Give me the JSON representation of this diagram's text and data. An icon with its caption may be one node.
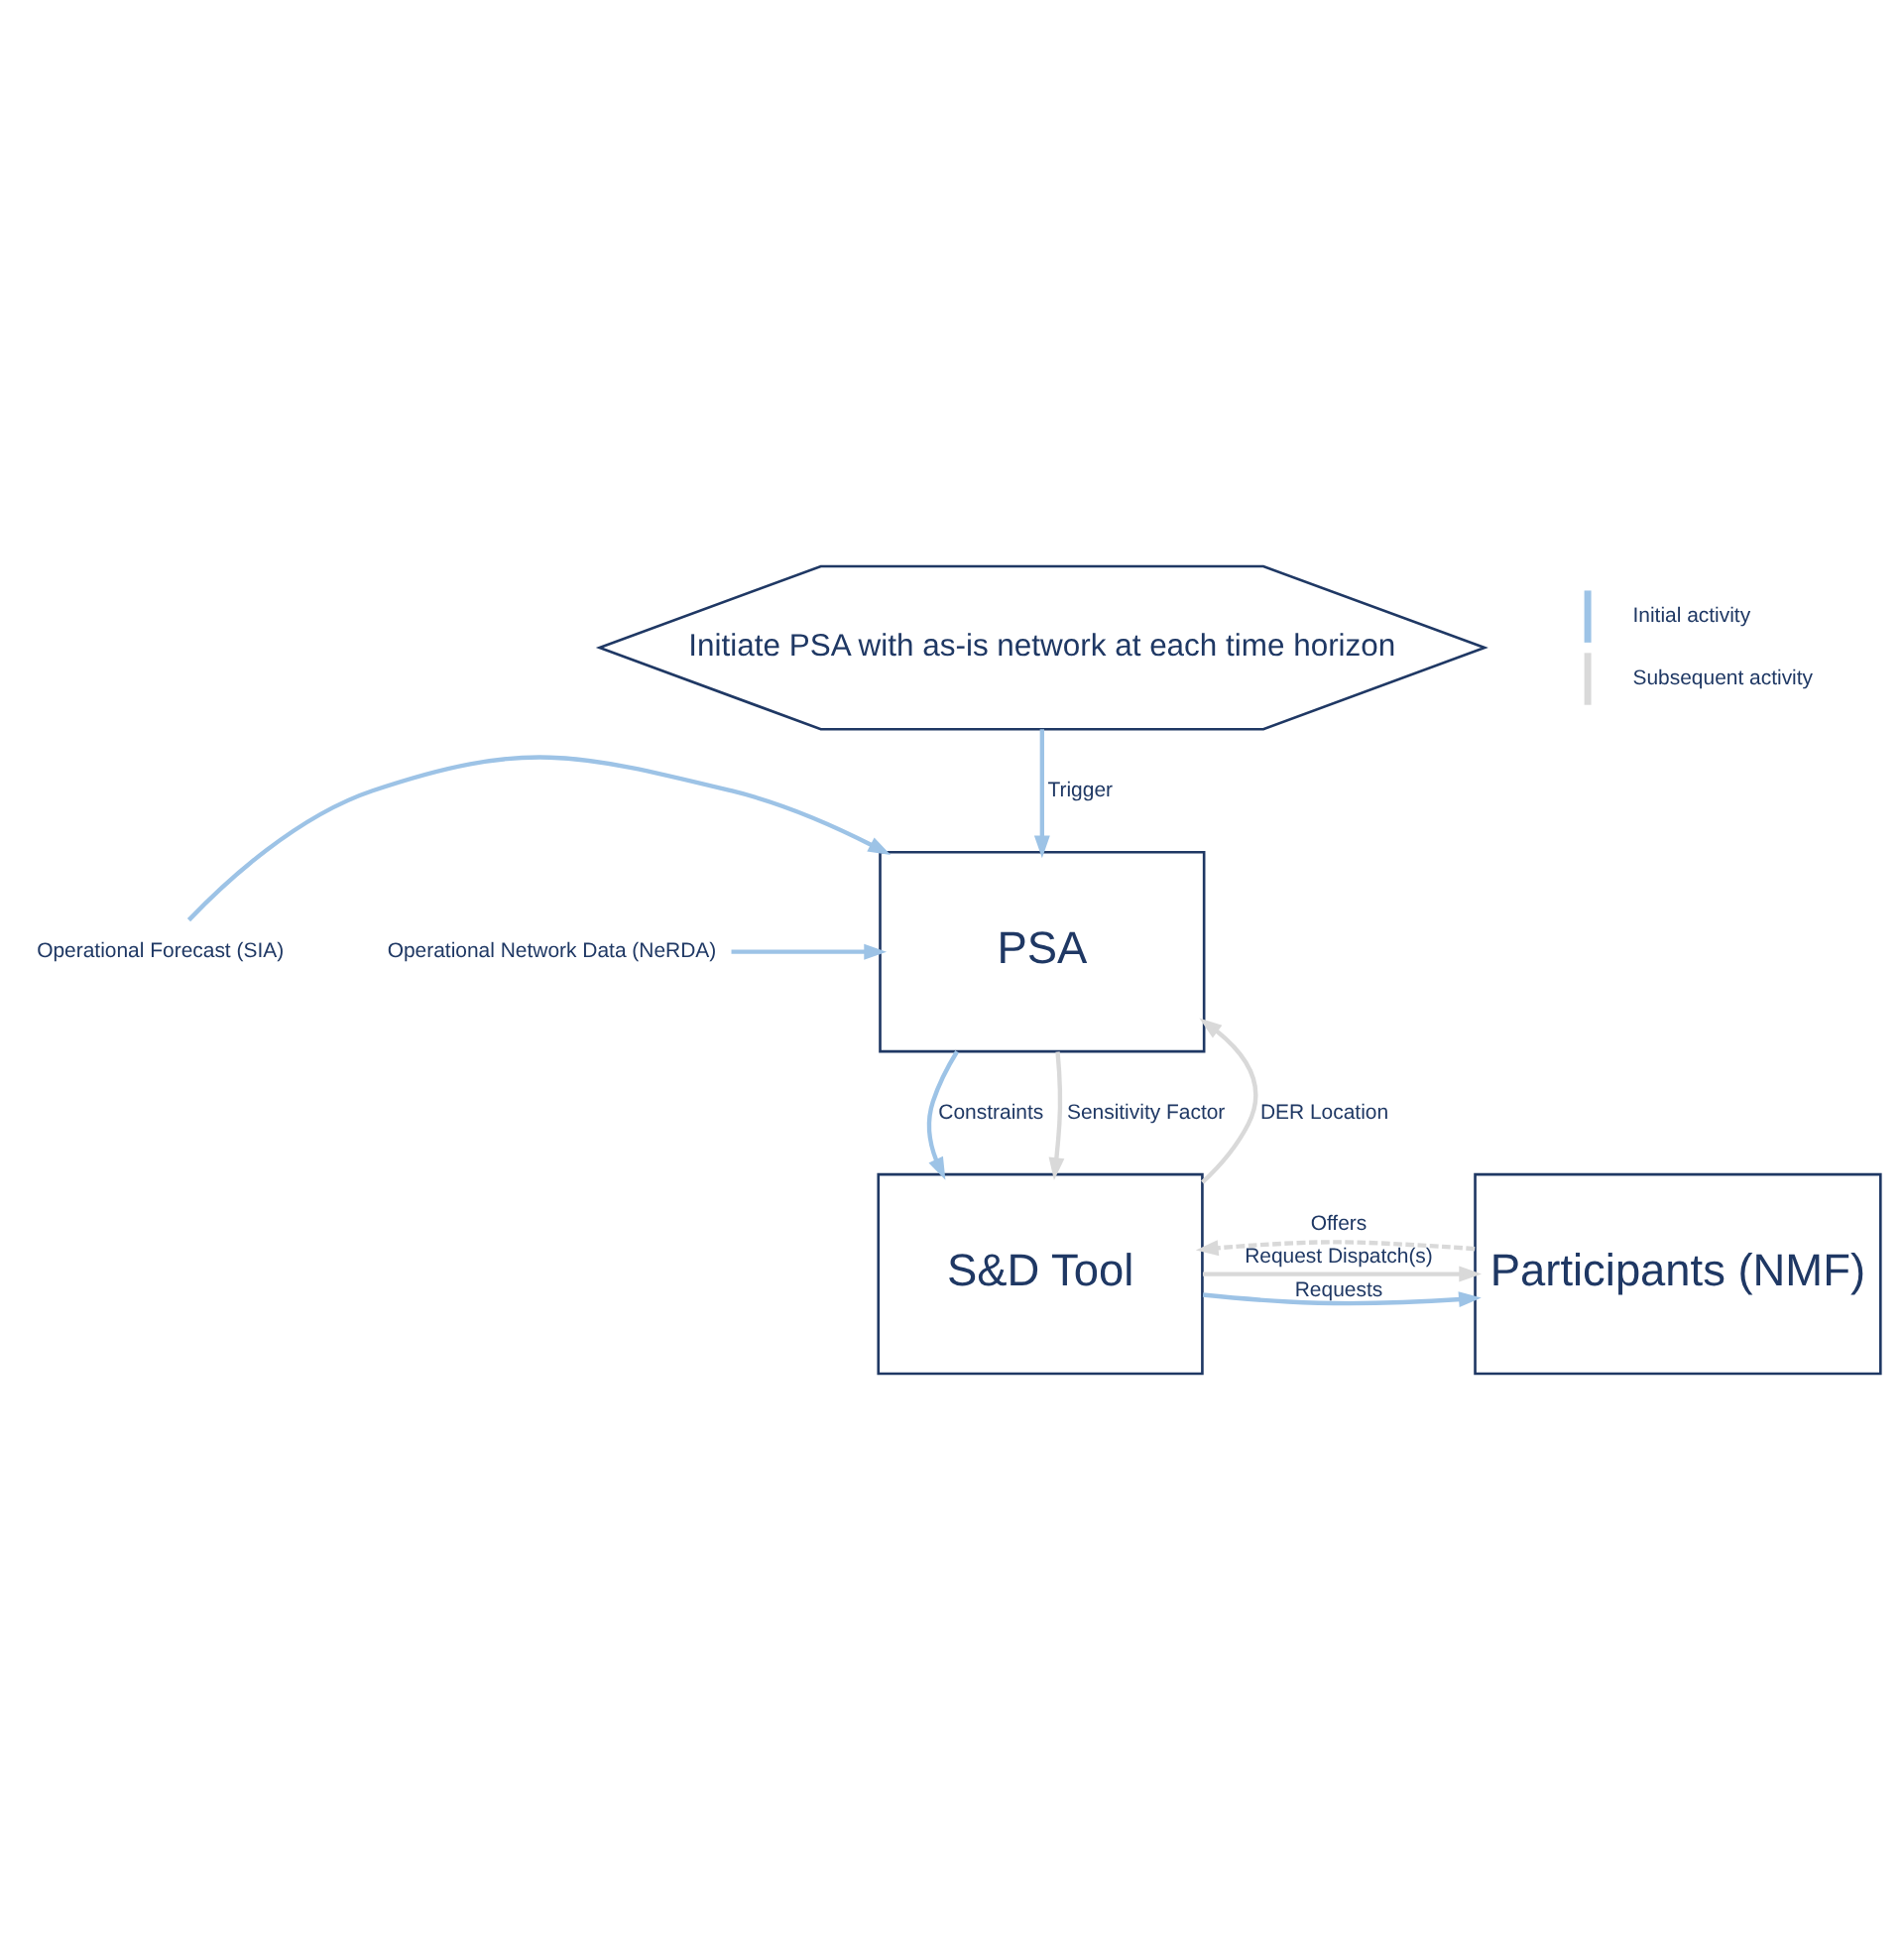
{
  "diagram": {
    "nodes": [
      {
        "text": [
          "Initiate PSA with as-is network at each time horizon"
        ]
      },
      {
        "text": [
          "PSA"
        ]
      },
      {
        "text": [
          "S&D Tool"
        ]
      },
      {
        "text": [
          "Participants (NMF)"
        ]
      },
      {
        "text": [
          "Operational Forecast (SIA)"
        ]
      },
      {
        "text": [
          "Operational Network Data (NeRDA)"
        ]
      }
    ],
    "edges": [
      {
        "from": 0,
        "to": 1,
        "arrow": "to",
        "label": "Trigger"
      },
      {
        "from": 4,
        "to": 1,
        "arrow": "to"
      },
      {
        "from": 5,
        "to": 1,
        "arrow": "to"
      },
      {
        "from": 1,
        "to": 2,
        "arrow": "to",
        "label": "Constraints"
      },
      {
        "from": 1,
        "to": 2,
        "arrow": "to",
        "label": "Sensitivity Factor",
        "color": "#d9d9d9"
      },
      {
        "from": 2,
        "to": 3,
        "arrow": "to",
        "label": "Requests"
      },
      {
        "from": 3,
        "to": 2,
        "arrow": "to",
        "label": "Offers",
        "color": "#d9d9d9",
        "style": "dashed"
      },
      {
        "from": 2,
        "to": 1,
        "arrow": "to",
        "label": "DER Location",
        "color": "#d9d9d9"
      },
      {
        "from": 2,
        "to": 3,
        "arrow": "to",
        "label": "Request Dispatch(s)",
        "color": "#d9d9d9"
      }
    ],
    "legend": [
      {
        "text": "Initial activity"
      },
      {
        "text": "Subsequent activity"
      }
    ]
  }
}
